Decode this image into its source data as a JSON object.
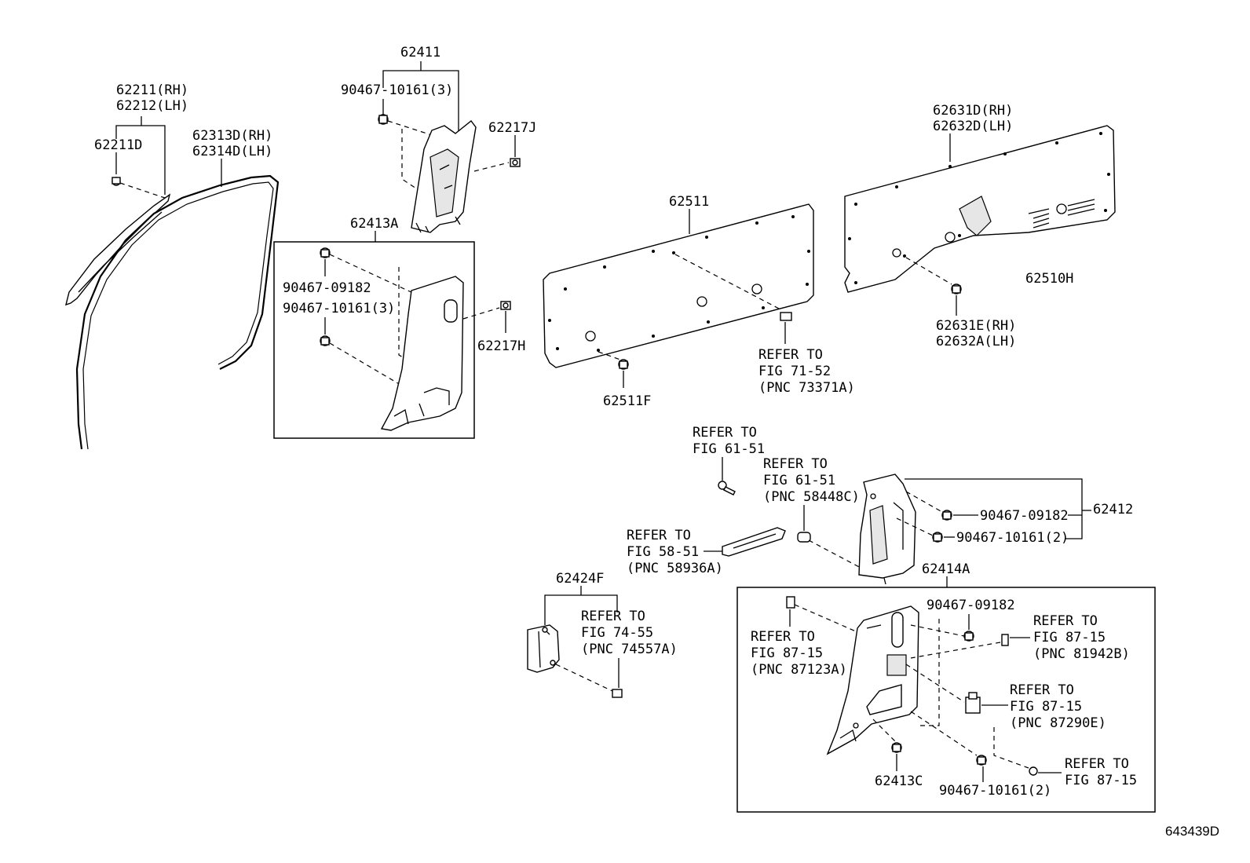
{
  "labels": {
    "p62211": "62211(RH)",
    "p62212": "62212(LH)",
    "p62211D": "62211D",
    "p62313D": "62313D(RH)",
    "p62314D": "62314D(LH)",
    "p62411": "62411",
    "p90467_10161_3a": "90467-10161(3)",
    "p62217J": "62217J",
    "p62413A": "62413A",
    "p90467_09182a": "90467-09182",
    "p90467_10161_3b": "90467-10161(3)",
    "p62217H": "62217H",
    "p62511": "62511",
    "p62511F": "62511F",
    "p62631D": "62631D(RH)",
    "p62632D": "62632D(LH)",
    "p62510H": "62510H",
    "p62631E": "62631E(RH)",
    "p62632A": "62632A(LH)",
    "p62412": "62412",
    "p90467_09182b": "90467-09182",
    "p90467_10161_2a": "90467-10161(2)",
    "p62414A": "62414A",
    "p62424F": "62424F",
    "p90467_09182c": "90467-09182",
    "p62413C": "62413C",
    "p90467_10161_2b": "90467-10161(2)",
    "diagram_id": "643439D"
  },
  "refs": {
    "r7152": [
      "REFER TO",
      "FIG 71-52",
      "(PNC 73371A)"
    ],
    "r6151a": [
      "REFER TO",
      "FIG 61-51"
    ],
    "r6151b": [
      "REFER TO",
      "FIG 61-51",
      "(PNC 58448C)"
    ],
    "r5851": [
      "REFER TO",
      "FIG 58-51",
      "(PNC 58936A)"
    ],
    "r7455": [
      "REFER TO",
      "FIG 74-55",
      "(PNC 74557A)"
    ],
    "r8715a": [
      "REFER TO",
      "FIG 87-15",
      "(PNC 87123A)"
    ],
    "r8715b": [
      "REFER TO",
      "FIG 87-15",
      "(PNC 81942B)"
    ],
    "r8715c": [
      "REFER TO",
      "FIG 87-15",
      "(PNC 87290E)"
    ],
    "r8715d": [
      "REFER TO",
      "FIG 87-15"
    ]
  }
}
